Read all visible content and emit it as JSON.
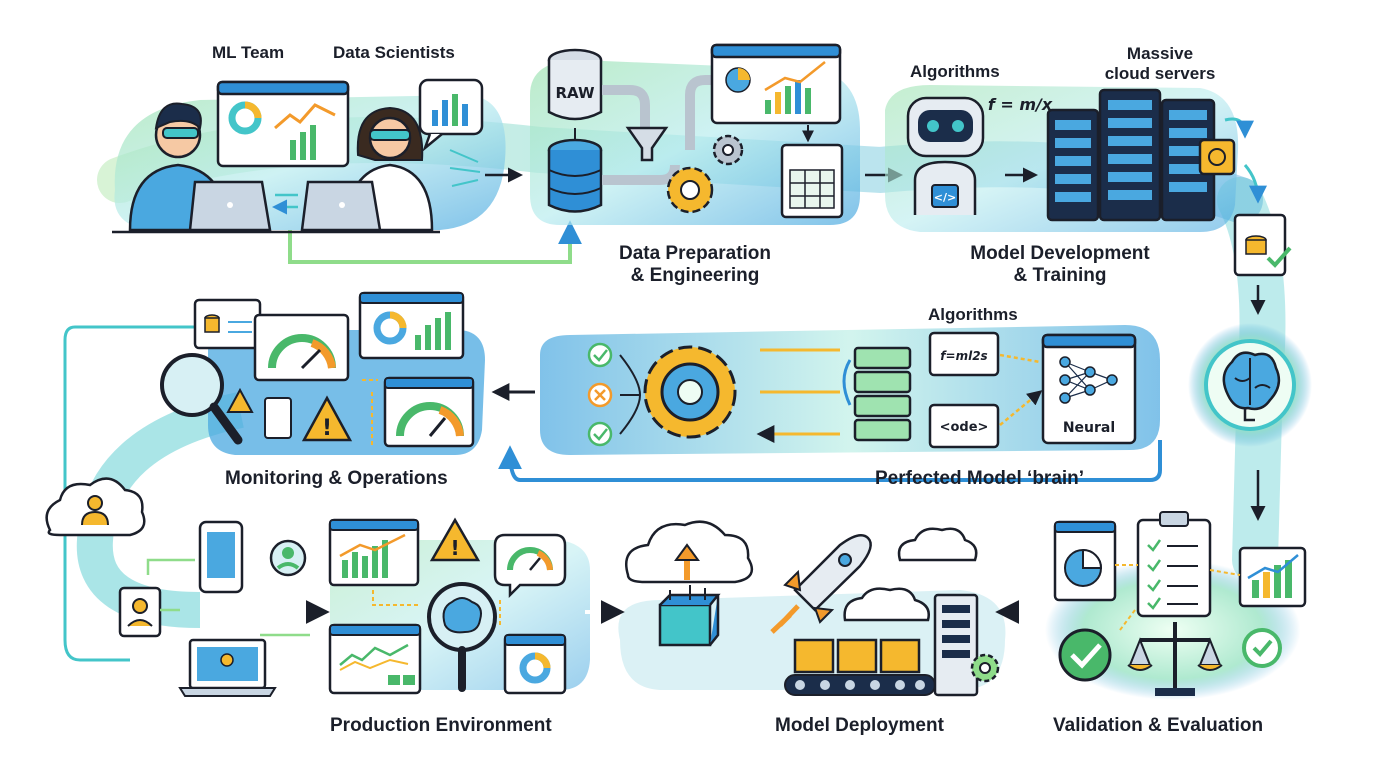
{
  "labels": {
    "ml_team": "ML Team",
    "data_scientists": "Data Scientists",
    "algorithms_top": "Algorithms",
    "massive_cloud": [
      "Massive",
      "cloud servers"
    ],
    "data_prep": [
      "Data Preparation",
      "& Engineering"
    ],
    "model_dev": [
      "Model Development",
      "& Training"
    ],
    "algorithms_mid": "Algorithms",
    "monitoring": "Monitoring & Operations",
    "perfected": "Perfected Model ‘brain’",
    "production": "Production Environment",
    "deployment": "Model Deployment",
    "validation": "Validation & Evaluation"
  },
  "figure_text": {
    "raw": "RAW",
    "formula_top": "f = m/x",
    "formula_mid": "f=ml2s",
    "code": "<ode>",
    "neural": "Neural"
  },
  "colors": {
    "blue": "#2f8fd6",
    "teal": "#43c5c9",
    "green": "#8fdc8a",
    "light_bg": "#d7f0f4",
    "panel_blue": "#4aa8e0",
    "dark": "#1b1f2a",
    "warning": "#f5b82e",
    "orange": "#f39a2b",
    "check_green": "#49b86a"
  },
  "icons": [
    "person-icon",
    "laptop-icon",
    "database-icon",
    "gear-icon",
    "funnel-icon",
    "robot-icon",
    "server-icon",
    "chip-icon",
    "brain-icon",
    "magnifier-icon",
    "warning-icon",
    "gauge-icon",
    "cloud-icon",
    "rocket-icon",
    "phone-icon",
    "checklist-icon",
    "scale-icon",
    "check-icon",
    "conveyor-icon",
    "box-icon",
    "neural-net-icon"
  ]
}
